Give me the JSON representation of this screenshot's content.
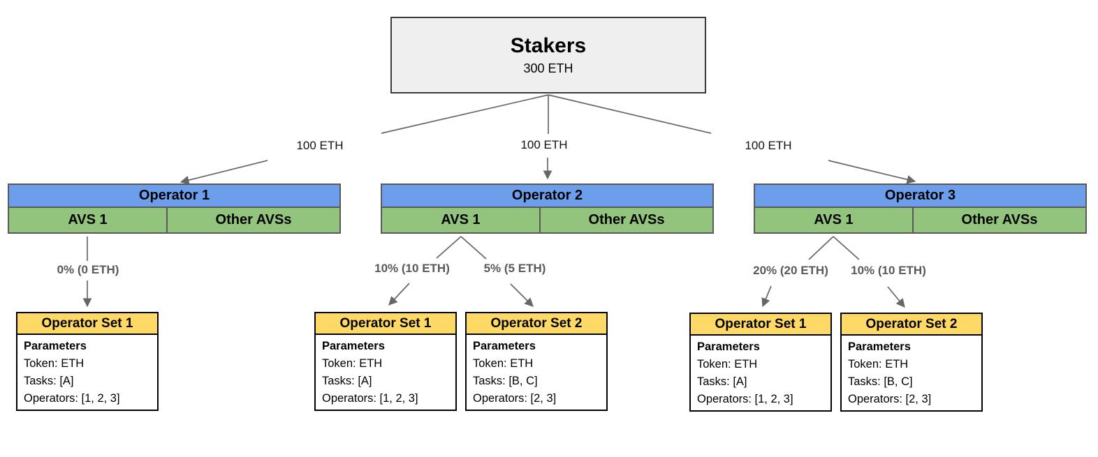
{
  "diagram": {
    "stakers": {
      "title": "Stakers",
      "amount": "300 ETH"
    },
    "delegations": [
      {
        "label": "100 ETH"
      },
      {
        "label": "100 ETH"
      },
      {
        "label": "100 ETH"
      }
    ],
    "operators": [
      {
        "title": "Operator 1",
        "avs1": "AVS 1",
        "other_avs": "Other AVSs"
      },
      {
        "title": "Operator 2",
        "avs1": "AVS 1",
        "other_avs": "Other AVSs"
      },
      {
        "title": "Operator 3",
        "avs1": "AVS 1",
        "other_avs": "Other AVSs"
      }
    ],
    "allocations": [
      {
        "label": "0% (0 ETH)"
      },
      {
        "label": "10% (10 ETH)"
      },
      {
        "label": "5% (5 ETH)"
      },
      {
        "label": "20% (20 ETH)"
      },
      {
        "label": "10% (10 ETH)"
      }
    ],
    "operator_sets": [
      {
        "title": "Operator Set 1",
        "params_heading": "Parameters",
        "token": "Token: ETH",
        "tasks": "Tasks: [A]",
        "operators": "Operators: [1, 2, 3]"
      },
      {
        "title": "Operator Set 1",
        "params_heading": "Parameters",
        "token": "Token: ETH",
        "tasks": "Tasks: [A]",
        "operators": "Operators: [1, 2, 3]"
      },
      {
        "title": "Operator Set 2",
        "params_heading": "Parameters",
        "token": "Token: ETH",
        "tasks": "Tasks: [B, C]",
        "operators": "Operators: [2, 3]"
      },
      {
        "title": "Operator Set 1",
        "params_heading": "Parameters",
        "token": "Token: ETH",
        "tasks": "Tasks: [A]",
        "operators": "Operators: [1, 2, 3]"
      },
      {
        "title": "Operator Set 2",
        "params_heading": "Parameters",
        "token": "Token: ETH",
        "tasks": "Tasks: [B, C]",
        "operators": "Operators: [2, 3]"
      }
    ],
    "colors": {
      "operator_header": "#6d9eeb",
      "avs_cell": "#93c47d",
      "set_header": "#ffd966",
      "stakers_box": "#efefef",
      "connector": "#666666",
      "allocation_label": "#595959"
    }
  }
}
